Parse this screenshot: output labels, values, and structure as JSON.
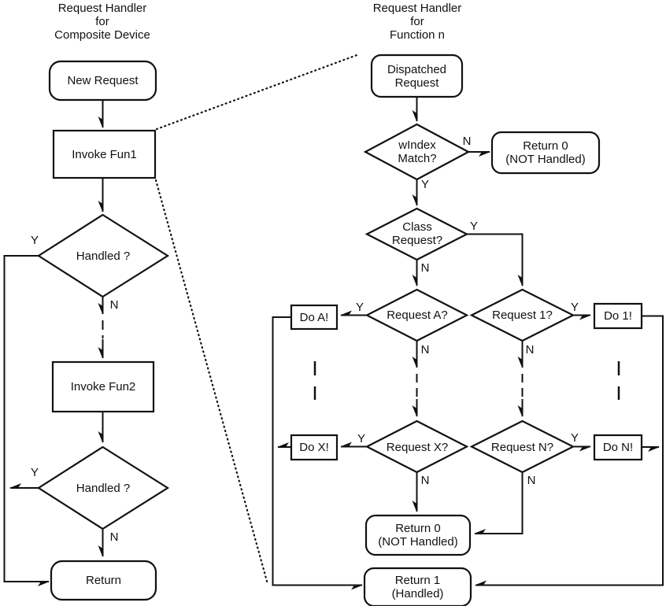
{
  "diagram": {
    "left_chart": {
      "title": {
        "line1": "Request Handler",
        "line2": "for",
        "line3": "Composite Device"
      },
      "nodes": {
        "new_request": "New Request",
        "invoke_fun1": "Invoke Fun1",
        "handled1": "Handled ?",
        "invoke_fun2": "Invoke Fun2",
        "handled2": "Handled ?",
        "return": "Return"
      }
    },
    "right_chart": {
      "title": {
        "line1": "Request Handler",
        "line2": "for",
        "line3": "Function n"
      },
      "nodes": {
        "dispatched": {
          "line1": "Dispatched",
          "line2": "Request"
        },
        "windex": {
          "line1": "wIndex",
          "line2": "Match?"
        },
        "return0_top": {
          "line1": "Return 0",
          "line2": "(NOT Handled)"
        },
        "class_request": {
          "line1": "Class",
          "line2": "Request?"
        },
        "request_a": "Request A?",
        "do_a": "Do A!",
        "request_1": "Request 1?",
        "do_1": "Do 1!",
        "request_x": "Request X?",
        "do_x": "Do X!",
        "request_n": "Request N?",
        "do_n": "Do N!",
        "return0_bottom": {
          "line1": "Return 0",
          "line2": "(NOT Handled)"
        },
        "return1": {
          "line1": "Return 1",
          "line2": "(Handled)"
        }
      }
    },
    "branch_labels": {
      "yes": "Y",
      "no": "N"
    },
    "colors": {
      "stroke": "#111111",
      "background": "#ffffff",
      "text": "#111111"
    }
  }
}
